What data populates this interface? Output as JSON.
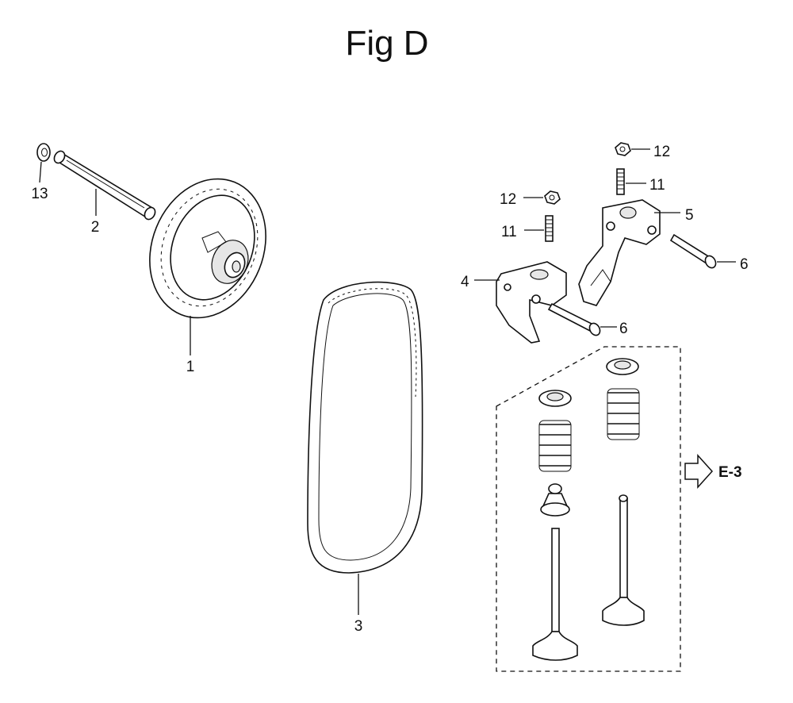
{
  "figure": {
    "title": "Fig D"
  },
  "callouts": [
    {
      "id": "p13",
      "text": "13"
    },
    {
      "id": "p2",
      "text": "2"
    },
    {
      "id": "p1",
      "text": "1"
    },
    {
      "id": "p3",
      "text": "3"
    },
    {
      "id": "p4",
      "text": "4"
    },
    {
      "id": "p5",
      "text": "5"
    },
    {
      "id": "p6a",
      "text": "6"
    },
    {
      "id": "p6b",
      "text": "6"
    },
    {
      "id": "p11a",
      "text": "11"
    },
    {
      "id": "p11b",
      "text": "11"
    },
    {
      "id": "p12a",
      "text": "12"
    },
    {
      "id": "p12b",
      "text": "12"
    }
  ],
  "reference": {
    "text": "E-3"
  }
}
